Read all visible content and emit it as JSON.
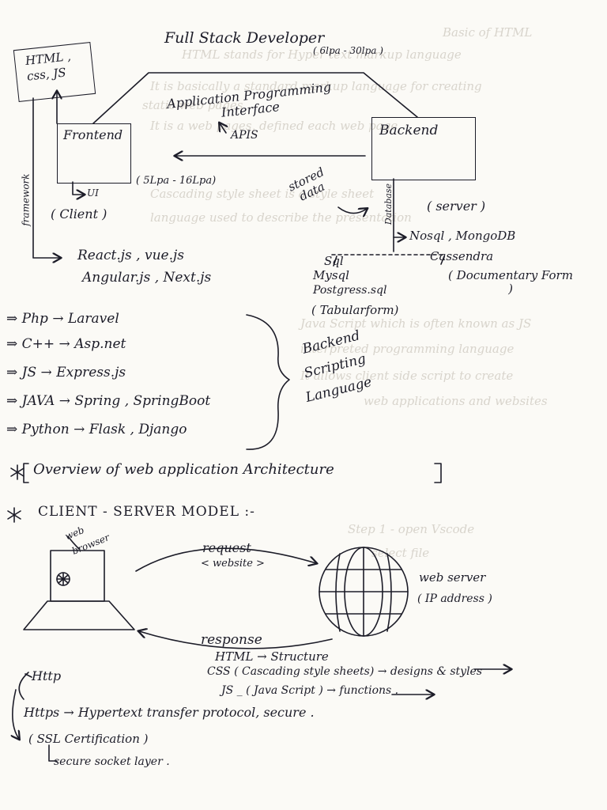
{
  "top_diagram": {
    "title": "Full Stack Developer",
    "title_salary": "( 6lpa - 30lpa )",
    "html_css_js": [
      "HTML ,",
      "css, JS"
    ],
    "api_name": "Application Programming Interface",
    "apis": "APIS",
    "frontend": "Frontend",
    "backend": "Backend",
    "frontend_salary": "( 5Lpa - 16Lpa)",
    "ui": "UI",
    "client": "( Client )",
    "stored_data": "stored data",
    "database": "Database",
    "server": "( server )",
    "framework": "framework",
    "frontend_frameworks": [
      "React.js , vue.js",
      "Angular.js , Next.js"
    ],
    "nosql": "Nosql , MongoDB",
    "cassandra": "Cassendra",
    "documentary": "( Documentary Form )",
    "sql_list": [
      "Sql",
      "Mysql",
      "Postgress.sql",
      "( Tabularform)"
    ]
  },
  "backend_languages": {
    "items": [
      {
        "lang": "Php",
        "framework": "Laravel"
      },
      {
        "lang": "C++",
        "framework": "Asp.net"
      },
      {
        "lang": "JS",
        "framework": "Express.js"
      },
      {
        "lang": "JAVA",
        "framework": "Spring , SpringBoot"
      },
      {
        "lang": "Python",
        "framework": "Flask , Django"
      }
    ],
    "label": [
      "Backend",
      "Scripting",
      "Language"
    ]
  },
  "overview": "Overview of web application Architecture",
  "client_server_title": "CLIENT - SERVER MODEL :-",
  "client_server": {
    "web_browser": [
      "web",
      "browser"
    ],
    "request": "request",
    "request_sub": "< website >",
    "web_server": "web server",
    "ip_address": "( IP address )",
    "response": "response",
    "html": "HTML → Structure",
    "css": "CSS ( Cascading style sheets) → designs & styles",
    "js": "JS _ ( Java Script ) → functions ."
  },
  "http_notes": {
    "http": "Http",
    "https": "Https → Hypertext transfer protocol, secure .",
    "ssl": "( SSL Certification )",
    "ssl_full": "secure socket layer ."
  },
  "colors": {
    "paper": "#fbfaf6",
    "ink": "#1c1c28",
    "bleed": "#d8d4cc"
  }
}
